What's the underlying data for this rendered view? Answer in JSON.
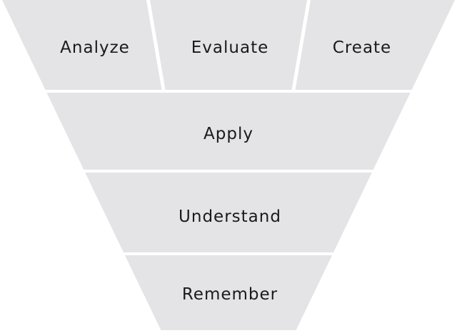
{
  "diagram": {
    "type": "funnel",
    "background_color": "#ffffff",
    "segment_fill": "#e4e4e6",
    "divider_color": "#ffffff",
    "text_color": "#1a1a1a",
    "levels": [
      {
        "labels": [
          "Analyze",
          "Evaluate",
          "Create"
        ]
      },
      {
        "labels": [
          "Apply"
        ]
      },
      {
        "labels": [
          "Understand"
        ]
      },
      {
        "labels": [
          "Remember"
        ]
      }
    ]
  }
}
